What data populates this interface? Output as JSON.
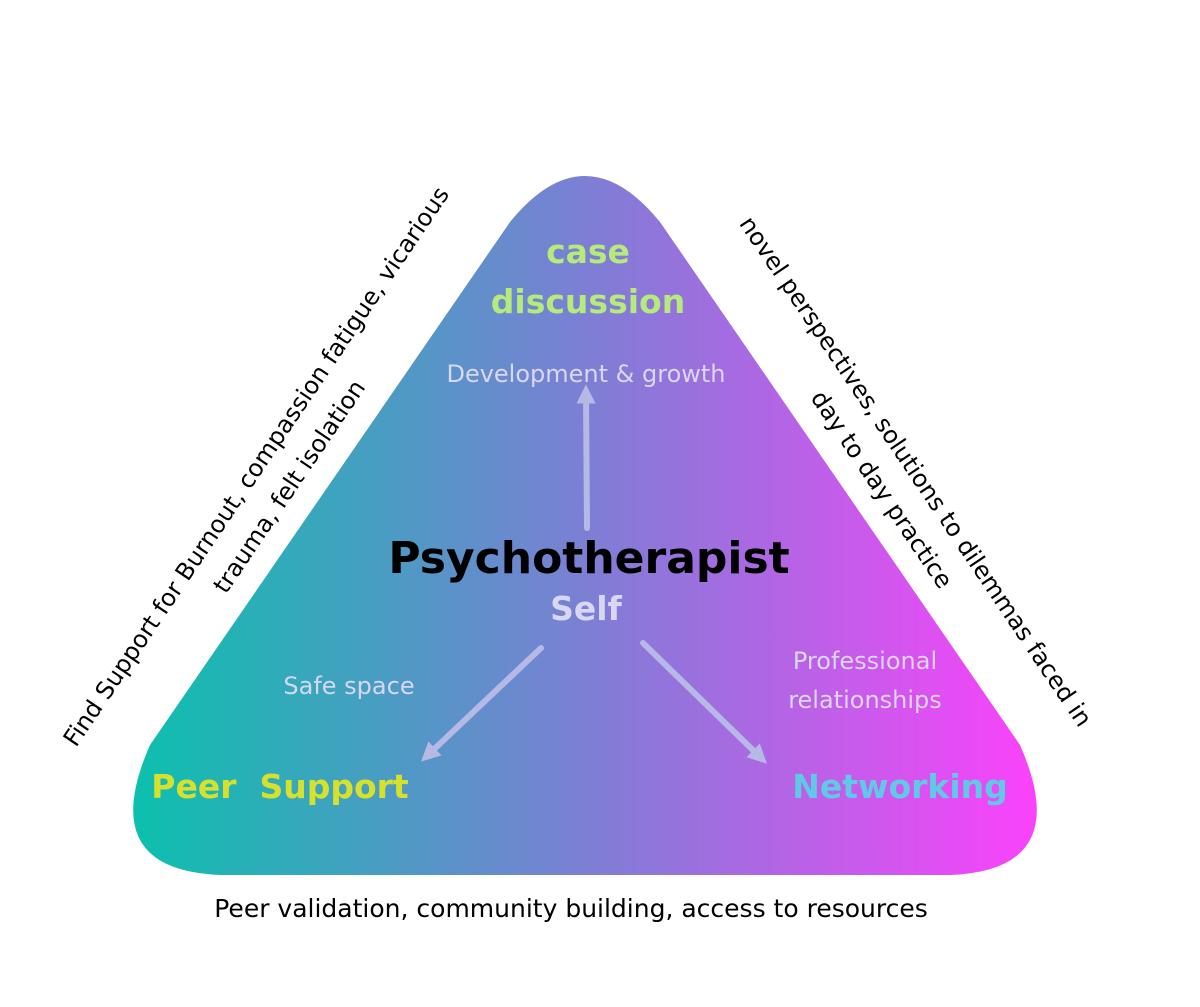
{
  "diagram": {
    "center": {
      "title": "Psychotherapist",
      "subtitle": "Self"
    },
    "vertices": {
      "top": {
        "line1": "case",
        "line2": "discussion",
        "color": "#b6ea7a"
      },
      "bottom_left": {
        "label": "Peer  Support",
        "color": "#d7e12c"
      },
      "bottom_right": {
        "label": "Networking",
        "color": "#5fc9e6"
      }
    },
    "arrow_labels": {
      "up": "Development & growth",
      "left": "Safe space",
      "right_line1": "Professional",
      "right_line2": "relationships"
    },
    "side_labels": {
      "left_line1": "Find Support for Burnout, compassion fatigue, vicarious",
      "left_line2": "trauma, felt isolation",
      "right_line1": "novel perspectives, solutions to dilemmas faced in",
      "right_line2": "day to day practice",
      "bottom": "Peer validation, community building, access to resources"
    },
    "colors": {
      "gradient_left": "#0cc0ad",
      "gradient_mid": "#7c7fd4",
      "gradient_right": "#fb42fb",
      "center_text": "#000000",
      "muted_text": "#d9d6f0",
      "side_text": "#000000"
    }
  }
}
